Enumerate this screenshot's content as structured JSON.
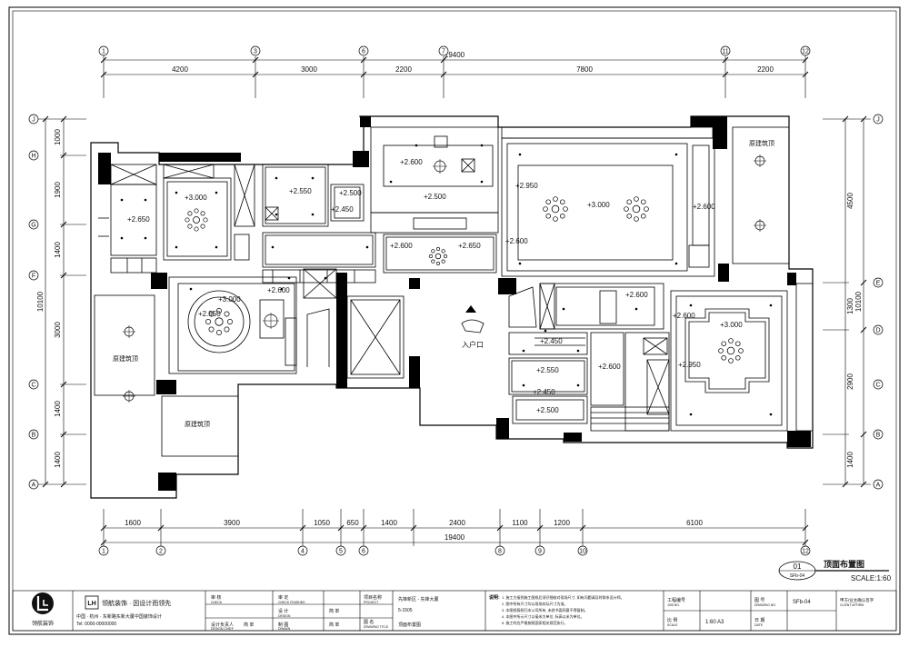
{
  "drawing": {
    "title": "顶面布置图",
    "scale": "SCALE:1:60",
    "number": "01",
    "sheet": "SFb-04",
    "entrance": "入户口",
    "original_ceiling": "原建筑顶"
  },
  "axes": {
    "top": [
      "1",
      "3",
      "6",
      "7",
      "11",
      "12"
    ],
    "bottom": [
      "1",
      "2",
      "4",
      "5",
      "6",
      "8",
      "9",
      "10",
      "12"
    ],
    "left": [
      "J",
      "H",
      "G",
      "F",
      "C",
      "B",
      "A"
    ],
    "right": [
      "J",
      "E",
      "D",
      "C",
      "B",
      "A"
    ]
  },
  "dims": {
    "top_total": "19400",
    "top": [
      "4200",
      "3000",
      "2200",
      "7800",
      "2200"
    ],
    "bottom_total": "19400",
    "bottom": [
      "1600",
      "3900",
      "1050",
      "650",
      "1400",
      "2400",
      "1100",
      "1200",
      "6100"
    ],
    "left_total": "10100",
    "left": [
      "1000",
      "1900",
      "1400",
      "3000",
      "1400",
      "1400"
    ],
    "right_total": "10100",
    "right": [
      "4500",
      "1300",
      "2900",
      "1400"
    ]
  },
  "heights": [
    "+3.000",
    "+2.650",
    "+2.550",
    "+2.500",
    "+2.450",
    "+2.600",
    "+2.500",
    "+2.600",
    "+2.650",
    "+2.950",
    "+3.000",
    "+2.600",
    "+2.600",
    "+2.950",
    "+3.000",
    "+2.600",
    "+2.600",
    "+2.450",
    "+2.550",
    "+2.450",
    "+2.500",
    "+2.600",
    "+2.600",
    "+3.000",
    "+2.950"
  ],
  "title_block": {
    "company": "领航装饰 · 因设计而领先",
    "brand": "领航装饰",
    "address": "中国 · 杭州 · 东新路东新大厦中国装饰设计",
    "phone": "Tel: 0000-00000000",
    "cells": {
      "check_cn": "审 核",
      "check_en": "CHECK",
      "review_cn": "审 定",
      "review_en": "CHECK FINISHED",
      "design_cn": "设 计",
      "design_en": "DESIGN",
      "owner_cn": "设计负责人",
      "owner_en": "DESIGN CHIEF",
      "draw_cn": "制 图",
      "draw_en": "DRAWN",
      "sign1": "简 单",
      "sign2": "简 单",
      "sign3": "简 单",
      "project_cn": "项目名称",
      "project_en": "PROJECT",
      "project": "先锋新区 - 先锋大厦",
      "room": "5-1505",
      "drawing_title_cn": "图 名",
      "drawing_title_en": "DRAWING TITLE",
      "drawing_title": "顶面布置图",
      "notes_title": "说明:",
      "notes": [
        "1. 施工方接到施工图纸后须仔细核对现场尺寸, 如有问题请及时联系设计师。",
        "2. 图中所有尺寸均以现场实际尺寸为准。",
        "3. 本图纸版权归本公司所有, 未经书面同意不得复制。",
        "4. 本图中所示尺寸以毫米为单位, 标高以米为单位。",
        "5. 施工时应严格按照国家相关规范执行。"
      ],
      "job_cn": "工程编号",
      "job_en": "JOB NO.",
      "scale_cn": "比 例",
      "scale_en": "SCALE",
      "scale_val": "1:60  A3",
      "dno_cn": "图 号",
      "dno_en": "DRAWING NO.",
      "dno_val": "SFb-04",
      "date_cn": "日 期",
      "date_en": "DATE",
      "client_cn": "甲方/业主确认签字",
      "client_en": "CLIENT AFFIRM"
    }
  }
}
